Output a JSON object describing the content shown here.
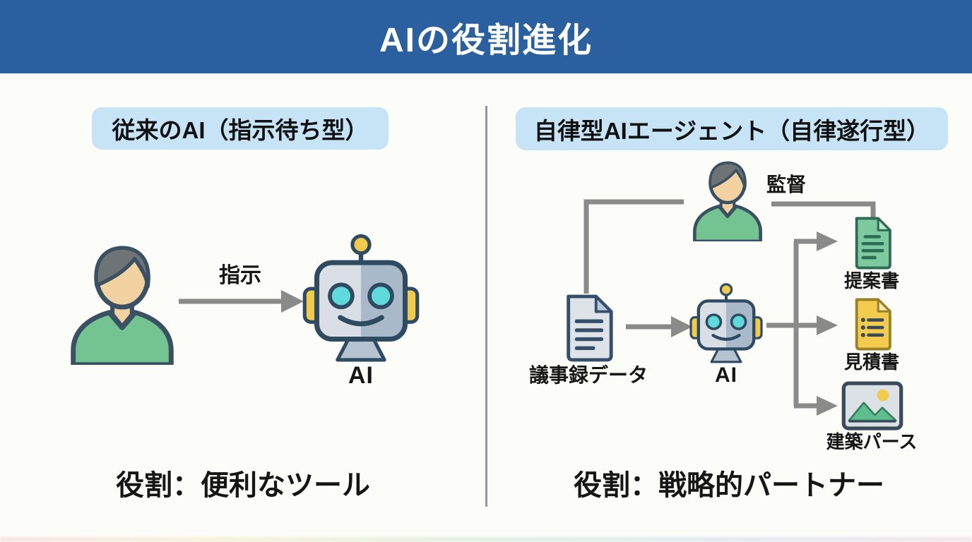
{
  "header": {
    "title": "AIの役割進化"
  },
  "left_panel": {
    "heading": "従来のAI（指示待ち型）",
    "arrow_label": "指示",
    "ai_label": "AI",
    "role_text": "役割：便利なツール"
  },
  "right_panel": {
    "heading": "自律型AIエージェント（自律遂行型）",
    "supervision_label": "監督",
    "input_doc_label": "議事録データ",
    "ai_label": "AI",
    "outputs": [
      {
        "label": "提案書",
        "icon": "green-document-icon"
      },
      {
        "label": "見積書",
        "icon": "yellow-document-icon"
      },
      {
        "label": "建築パース",
        "icon": "image-icon"
      }
    ],
    "role_text": "役割：戦略的パートナー"
  },
  "colors": {
    "header_bg": "#2A5FA0",
    "heading_pill_bg": "#C6E4F6",
    "connector_gray": "#8A8A8A",
    "text": "#161616",
    "person_shirt": "#74C492",
    "person_skin": "#F2D2A0",
    "person_hair": "#6E7476",
    "outline_dark": "#3A5063",
    "robot_head_light": "#D9DFE5",
    "robot_head_dark": "#A9B9C9",
    "robot_accent_yellow": "#F2CB4D",
    "robot_eye_cyan": "#5FD9D9",
    "doc_gray": "#DEE3E8",
    "doc_green": "#7CCA9D",
    "doc_yellow": "#F3CC4F",
    "mountain_green": "#5FBE8D"
  }
}
